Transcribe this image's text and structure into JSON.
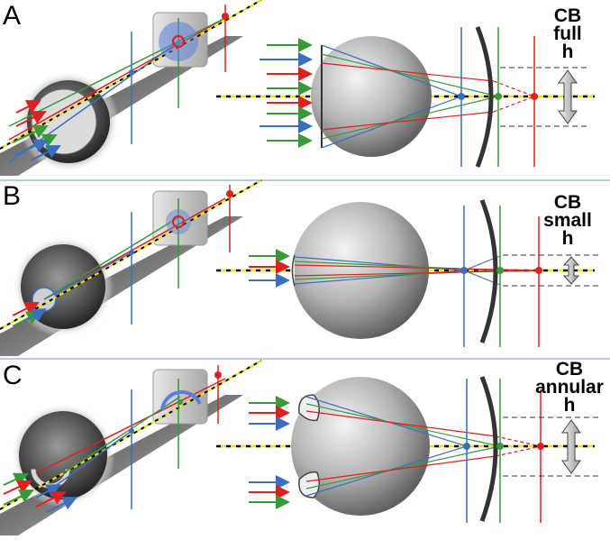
{
  "panels": [
    {
      "letter": "A",
      "cb": "CB",
      "type": "full",
      "h": "h"
    },
    {
      "letter": "B",
      "cb": "CB",
      "type": "small",
      "h": "h"
    },
    {
      "letter": "C",
      "cb": "CB",
      "type": "annular",
      "h": "h"
    }
  ],
  "colors": {
    "red": "#e0201e",
    "green": "#3a9a3a",
    "blue": "#3a6fc0",
    "yellow": "#f2e600",
    "divider": "#7a94c0",
    "shelf": "#555555"
  }
}
